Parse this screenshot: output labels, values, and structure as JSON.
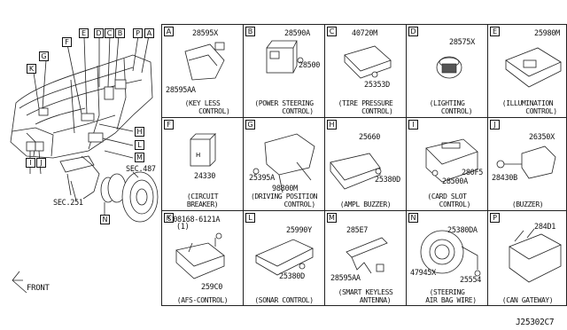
{
  "diagram_id": "J25302C7",
  "front_label": "FRONT",
  "overview": {
    "callouts": [
      "K",
      "G",
      "F",
      "E",
      "D",
      "C",
      "B",
      "P",
      "A",
      "H",
      "L",
      "M",
      "I",
      "J",
      "N"
    ],
    "sec_labels": [
      "SEC.487",
      "SEC.251"
    ]
  },
  "panels": [
    {
      "letter": "A",
      "parts": [
        "28595X",
        "28595AA"
      ],
      "caption": "(KEY LESS\n      CONTROL)"
    },
    {
      "letter": "B",
      "parts": [
        "28590A",
        "28500"
      ],
      "caption": "(POWER STEERING\n       CONTROL)"
    },
    {
      "letter": "C",
      "parts": [
        "40720M",
        "25353D"
      ],
      "caption": "(TIRE PRESSURE\n      CONTROL)"
    },
    {
      "letter": "D",
      "parts": [
        "28575X"
      ],
      "caption": "(LIGHTING\n     CONTROL)"
    },
    {
      "letter": "E",
      "parts": [
        "25980M"
      ],
      "caption": "(ILLUMINATION\n       CONTROL)"
    },
    {
      "letter": "F",
      "parts": [
        "24330"
      ],
      "caption": "(CIRCUIT\nBREAKER)"
    },
    {
      "letter": "G",
      "parts": [
        "25395A",
        "98800M"
      ],
      "caption": "(DRIVING POSITION\n        CONTROL)"
    },
    {
      "letter": "H",
      "parts": [
        "25660",
        "25380D"
      ],
      "caption": "(AMPL BUZZER)"
    },
    {
      "letter": "I",
      "parts": [
        "280F5",
        "28500A"
      ],
      "caption": "(CARD SLOT\n    CONTROL)"
    },
    {
      "letter": "J",
      "parts": [
        "26350X",
        "28430B"
      ],
      "caption": "(BUZZER)"
    },
    {
      "letter": "K",
      "parts": [
        "Ⓢ08168-6121A",
        "(1)",
        "259C0"
      ],
      "caption": "(AFS-CONTROL)"
    },
    {
      "letter": "L",
      "parts": [
        "25990Y",
        "25380D"
      ],
      "caption": "(SONAR CONTROL)"
    },
    {
      "letter": "M",
      "parts": [
        "285E7",
        "28595AA"
      ],
      "caption": "(SMART KEYLESS\n     ANTENNA)"
    },
    {
      "letter": "N",
      "parts": [
        "25380DA",
        "47945X",
        "25554"
      ],
      "caption": "(STEERING\n  AIR BAG WIRE)"
    },
    {
      "letter": "P",
      "parts": [
        "284D1"
      ],
      "caption": "(CAN GATEWAY)"
    }
  ]
}
